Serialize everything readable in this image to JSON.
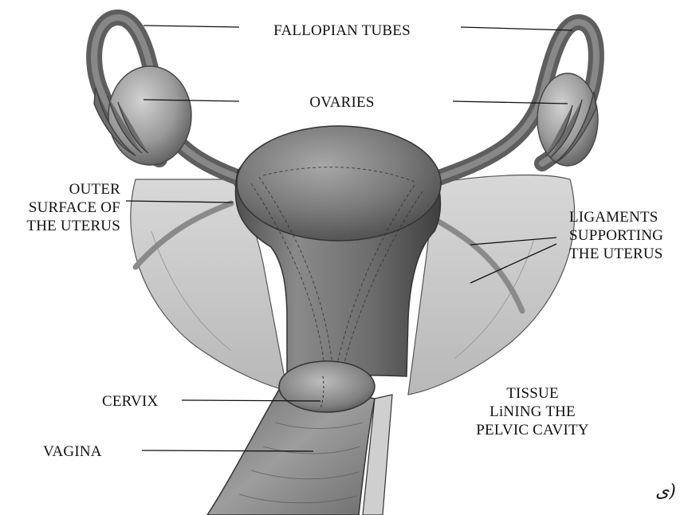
{
  "labels": {
    "fallopian_tubes": "FALLOPIAN TUBES",
    "ovaries": "OVARIES",
    "outer_surface": [
      "OUTER",
      "SURFACE OF",
      "THE UTERUS"
    ],
    "ligaments": [
      "LIGAMENTS",
      "SUPPORTING",
      "THE UTERUS"
    ],
    "cervix": "CERVIX",
    "vagina": "VAGINA",
    "tissue": [
      "TISSUE",
      "LiNING THE",
      "PELVIC CAVITY"
    ],
    "corner_glyph": "ی)"
  },
  "colors": {
    "organ_dark": "#5a5a5a",
    "organ_mid": "#7c7c7c",
    "organ_light": "#a9a9a9",
    "tissue": "#c9c9c9",
    "ink": "#111111"
  }
}
